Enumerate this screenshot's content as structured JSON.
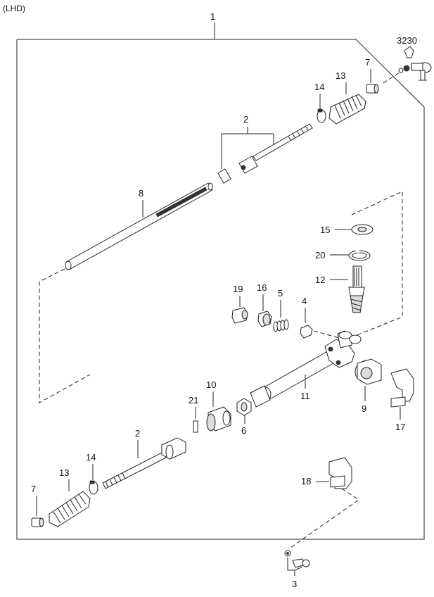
{
  "header": {
    "variant": "(LHD)"
  },
  "callouts": {
    "assembly": "1",
    "tie_end_top": "3230",
    "nut_top": "7",
    "boot_top": "13",
    "clip_top": "14",
    "tie_rod_top": "2",
    "rack": "8",
    "plug_15": "15",
    "ring_20": "20",
    "pinion": "12",
    "cap_19": "19",
    "nut_16": "16",
    "spring_5": "5",
    "yoke_4": "4",
    "housing": "11",
    "bushing_10": "10",
    "pin_21": "21",
    "bushing_6": "6",
    "mount_9": "9",
    "bracket_17": "17",
    "tie_rod_bottom": "2",
    "clip_bottom": "14",
    "boot_bottom": "13",
    "nut_bottom": "7",
    "bracket_18": "18",
    "bolt_3": "3"
  },
  "colors": {
    "line": "#222222",
    "background": "#ffffff",
    "shade": "#dcdcdc"
  }
}
